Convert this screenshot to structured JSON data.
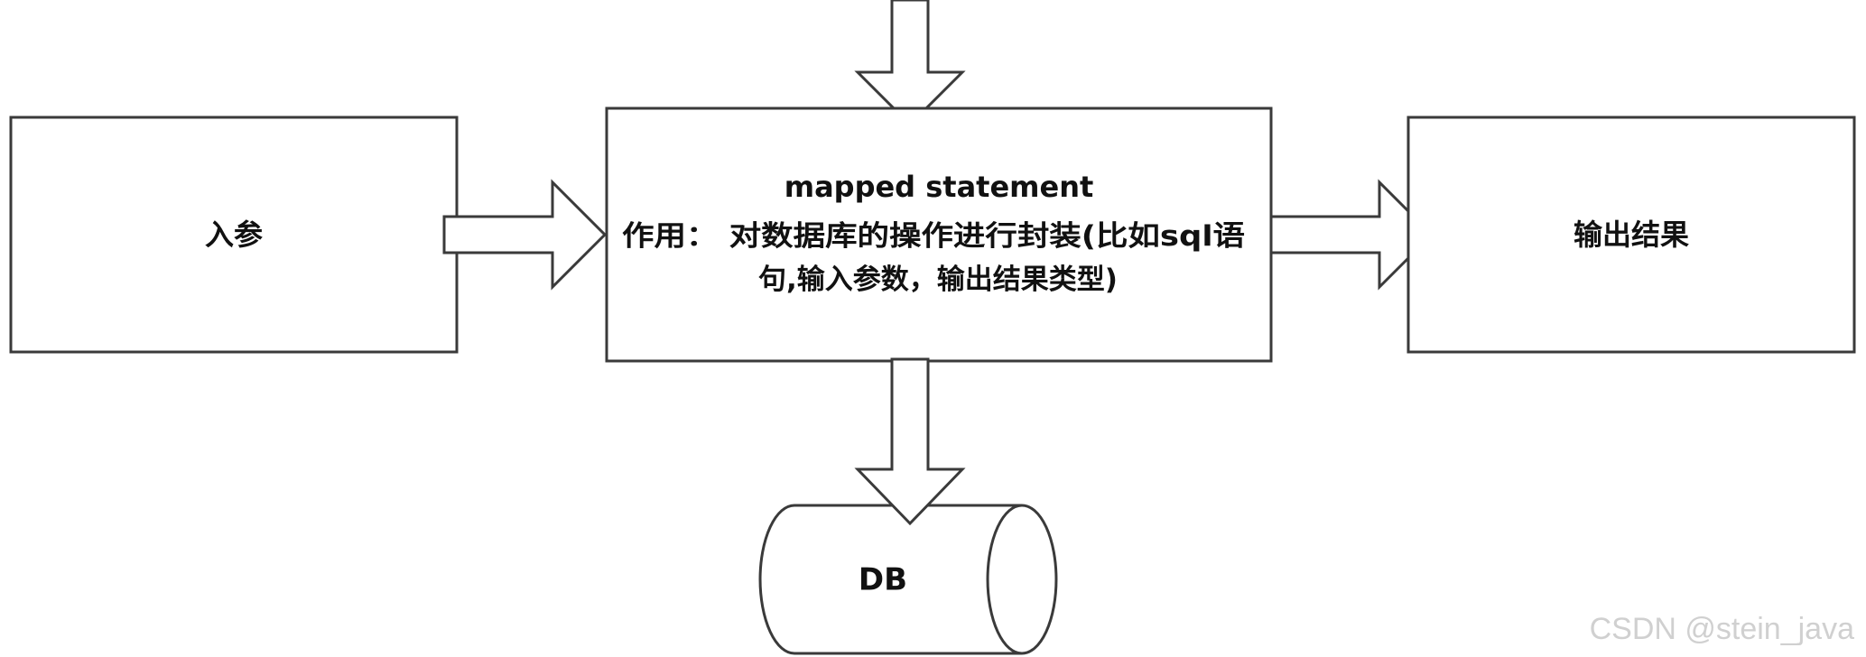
{
  "nodes": {
    "input": {
      "label": "入参"
    },
    "mapped_statement": {
      "title": "mapped statement",
      "description_line1": "作用：  对数据库的操作进行封装(比如sql语",
      "description_line2": "句,输入参数，输出结果类型)"
    },
    "output": {
      "label": "输出结果"
    },
    "database": {
      "label": "DB"
    }
  },
  "watermark": {
    "text": "CSDN @stein_java"
  },
  "colors": {
    "stroke": "#3a3a3a",
    "fill": "#ffffff",
    "text": "#111111",
    "watermark": "#d0d0d0"
  }
}
